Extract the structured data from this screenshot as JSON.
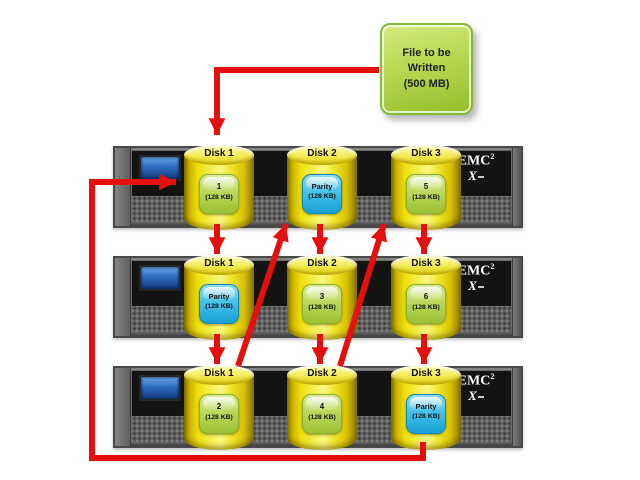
{
  "file_box": {
    "text": "File to be\nWritten\n(500 MB)"
  },
  "logo": {
    "brand": "EMC",
    "sup": "2",
    "sub_brand": "X"
  },
  "racks": [
    {
      "name": "storage-array-1",
      "disks": [
        {
          "label": "Disk 1",
          "block": {
            "type": "data",
            "line1": "1",
            "line2": "(128 KB)"
          }
        },
        {
          "label": "Disk 2",
          "block": {
            "type": "parity",
            "line1": "Parity",
            "line2": "(128 KB)"
          }
        },
        {
          "label": "Disk 3",
          "block": {
            "type": "data",
            "line1": "5",
            "line2": "(128 KB)"
          }
        }
      ]
    },
    {
      "name": "storage-array-2",
      "disks": [
        {
          "label": "Disk 1",
          "block": {
            "type": "parity",
            "line1": "Parity",
            "line2": "(128 KB)"
          }
        },
        {
          "label": "Disk 2",
          "block": {
            "type": "data",
            "line1": "3",
            "line2": "(128 KB)"
          }
        },
        {
          "label": "Disk 3",
          "block": {
            "type": "data",
            "line1": "6",
            "line2": "(128 KB)"
          }
        }
      ]
    },
    {
      "name": "storage-array-3",
      "disks": [
        {
          "label": "Disk 1",
          "block": {
            "type": "data",
            "line1": "2",
            "line2": "(128 KB)"
          }
        },
        {
          "label": "Disk 2",
          "block": {
            "type": "data",
            "line1": "4",
            "line2": "(128 KB)"
          }
        },
        {
          "label": "Disk 3",
          "block": {
            "type": "parity",
            "line1": "Parity",
            "line2": "(128 KB)"
          }
        }
      ]
    }
  ],
  "flow_arrows": [
    {
      "from": "file-box",
      "to": "array1-disk1"
    },
    {
      "from": "array1-disk1",
      "to": "array2-disk1"
    },
    {
      "from": "array1-disk2",
      "to": "array2-disk2"
    },
    {
      "from": "array1-disk3",
      "to": "array2-disk3"
    },
    {
      "from": "array2-disk1",
      "to": "array3-disk1"
    },
    {
      "from": "array2-disk2",
      "to": "array3-disk2"
    },
    {
      "from": "array2-disk3",
      "to": "array3-disk3"
    },
    {
      "from": "array3-disk1",
      "to": "array1-disk2"
    },
    {
      "from": "array3-disk2",
      "to": "array1-disk3"
    },
    {
      "from": "array3-disk3",
      "to": "array1-disk1"
    }
  ],
  "colors": {
    "arrow_red": "#e4100e",
    "disk_yellow": "#f2e832",
    "data_block_green": "#bcd75c",
    "parity_block_blue": "#46c2ea",
    "file_box_green": "#b9d954",
    "rack_gray": "#6b6b6b",
    "panel_black": "#131313",
    "display_blue": "#2e6cc0"
  }
}
